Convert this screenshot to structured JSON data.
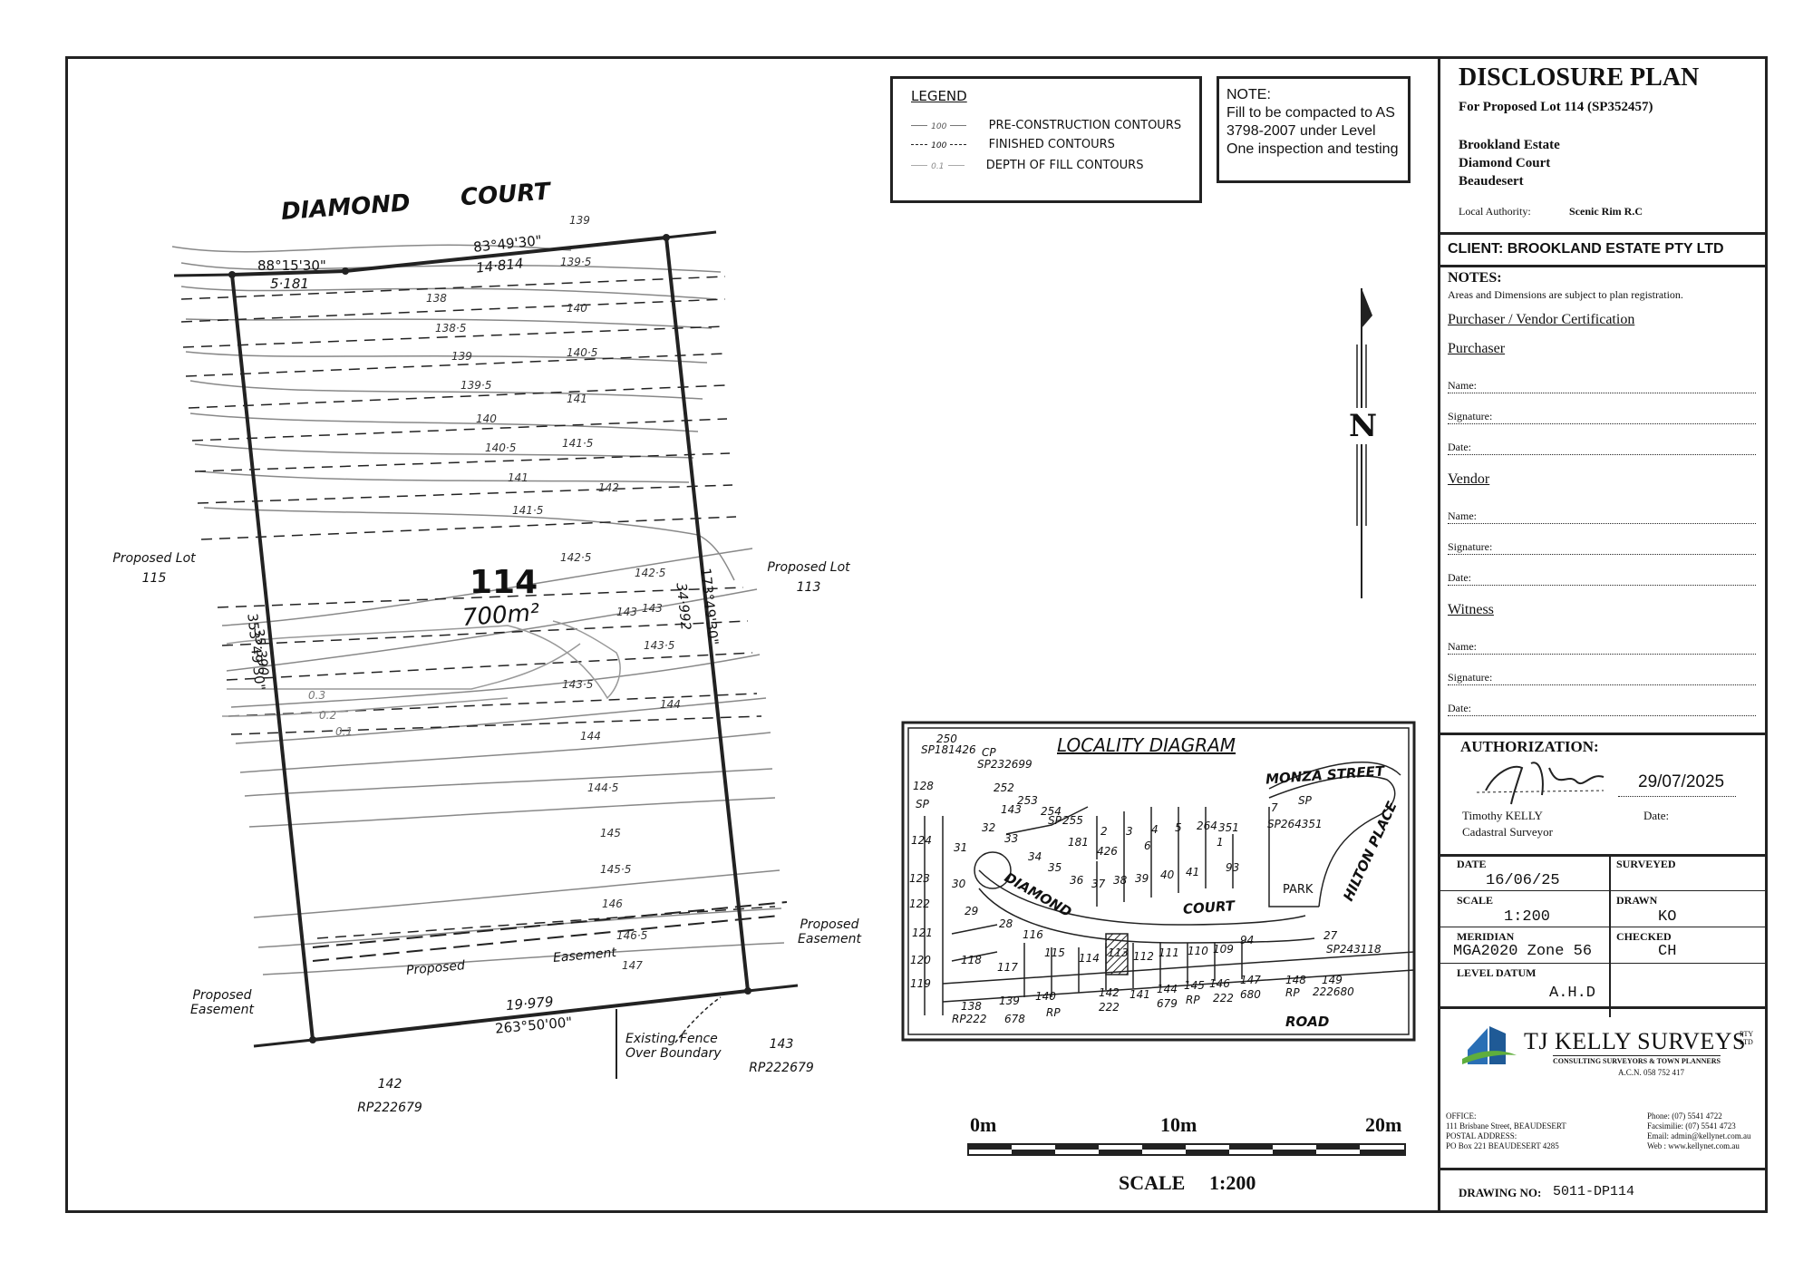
{
  "legend": {
    "title": "LEGEND",
    "items": [
      {
        "sample": "100",
        "label": "PRE-CONSTRUCTION CONTOURS"
      },
      {
        "sample": "100",
        "label": "FINISHED CONTOURS"
      },
      {
        "sample": "0.1",
        "label": "DEPTH OF FILL CONTOURS"
      }
    ]
  },
  "note": {
    "title": "NOTE:",
    "text": "Fill to be compacted to AS 3798-2007 under Level One inspection and testing"
  },
  "plan": {
    "street": [
      "DIAMOND",
      "COURT"
    ],
    "lot_number": "114",
    "lot_area": "700m²",
    "bearings": {
      "top_left_angle": "88°15'30\"",
      "top_bearing": "83°49'30\"",
      "top_left_dist": "5·181",
      "top_dist": "14·814",
      "right_bearing": "173°49'30\"",
      "right_dist": "34·992",
      "left_bearing": "353°49'30\"",
      "left_dist": "35·390",
      "bottom_dist": "19·979",
      "bottom_bearing": "263°50'00\""
    },
    "neighbours": {
      "left_lot": [
        "Proposed Lot",
        "115"
      ],
      "right_lot": [
        "Proposed Lot",
        "113"
      ],
      "bottom_left": [
        "142",
        "RP222679"
      ],
      "bottom_right": [
        "143",
        "RP222679"
      ],
      "easement_left": [
        "Proposed",
        "Easement"
      ],
      "easement_right": [
        "Proposed",
        "Easement"
      ],
      "easement_mid": [
        "Proposed",
        "Easement"
      ],
      "fence": [
        "Existing Fence",
        "Over Boundary"
      ]
    },
    "contours_pre": [
      "139",
      "139·5",
      "138",
      "140",
      "138·5",
      "140·5",
      "139",
      "141",
      "139·5",
      "141·5",
      "140",
      "142",
      "140·5",
      "142·5",
      "143",
      "143·5",
      "144",
      "144·5",
      "145",
      "145·5",
      "146",
      "146·5",
      "147"
    ],
    "contours_finished": [
      "141",
      "141·5",
      "142·5",
      "143",
      "143·5",
      "144"
    ],
    "fill_depths": [
      "0.3",
      "0.2",
      "0.1"
    ]
  },
  "north": "N",
  "locality": {
    "title": "LOCALITY DIAGRAM",
    "streets": [
      "DIAMOND",
      "COURT",
      "MONZA STREET",
      "HILTON PLACE",
      "ROAD",
      "PARK"
    ],
    "refs": [
      "250",
      "SP181426",
      "CP",
      "SP232699",
      "SP264351",
      "27",
      "SP243118",
      "149",
      "222680",
      "148",
      "RP",
      "138",
      "RP222",
      "139",
      "678",
      "140",
      "RP",
      "142",
      "222",
      "144",
      "679",
      "145",
      "RP",
      "146",
      "222",
      "147",
      "680"
    ],
    "lots": [
      "128",
      "252",
      "253",
      "254",
      "255",
      "32",
      "33",
      "31",
      "34",
      "35",
      "36",
      "37",
      "38",
      "39",
      "40",
      "41",
      "124",
      "123",
      "30",
      "122",
      "29",
      "28",
      "121",
      "120",
      "119",
      "118",
      "117",
      "116",
      "115",
      "114",
      "113",
      "112",
      "111",
      "110",
      "109",
      "94",
      "93",
      "351",
      "1",
      "2",
      "3",
      "4",
      "5",
      "264",
      "6",
      "7",
      "SP",
      "426",
      "181",
      "SP",
      "SP",
      "143",
      "141"
    ]
  },
  "scale": {
    "ticks": [
      "0m",
      "10m",
      "20m"
    ],
    "label": "SCALE",
    "ratio": "1:200"
  },
  "title_block": {
    "title": "DISCLOSURE PLAN",
    "subtitle": "For Proposed Lot 114 (SP352457)",
    "address": [
      "Brookland Estate",
      "Diamond Court",
      "Beaudesert"
    ],
    "authority_label": "Local Authority:",
    "authority": "Scenic Rim R.C",
    "client": "CLIENT: BROOKLAND ESTATE PTY LTD",
    "notes_title": "NOTES:",
    "notes_text": "Areas and Dimensions are subject to plan registration.",
    "cert_title": "Purchaser / Vendor Certification",
    "sections": [
      "Purchaser",
      "Vendor",
      "Witness"
    ],
    "fields": [
      "Name:",
      "Signature:",
      "Date:"
    ],
    "authorization": "AUTHORIZATION:",
    "surveyor_name": "Timothy KELLY",
    "surveyor_role": "Cadastral Surveyor",
    "auth_date": "29/07/2025",
    "date_label": "Date:",
    "info": {
      "date_h": "DATE",
      "date_v": "16/06/25",
      "surveyed_h": "SURVEYED",
      "surveyed_v": "",
      "scale_h": "SCALE",
      "scale_v": "1:200",
      "drawn_h": "DRAWN",
      "drawn_v": "KO",
      "meridian_h": "MERIDIAN",
      "meridian_v": "MGA2020 Zone 56",
      "checked_h": "CHECKED",
      "checked_v": "CH",
      "level_h": "LEVEL DATUM",
      "level_v": "A.H.D"
    },
    "company": "TJ KELLY SURVEYS",
    "company_suffix": "PTY LTD",
    "company_tag": "CONSULTING SURVEYORS & TOWN PLANNERS",
    "acn": "A.C.N. 058 752 417",
    "office": [
      "OFFICE:",
      "111 Brisbane Street, BEAUDESERT",
      "POSTAL ADDRESS:",
      "PO Box 221 BEAUDESERT 4285"
    ],
    "contact": [
      "Phone: (07) 5541 4722",
      "Facsimilie: (07) 5541 4723",
      "Email: admin@kellynet.com.au",
      "Web : www.kellynet.com.au"
    ],
    "drawing_no_label": "DRAWING NO:",
    "drawing_no": "5011-DP114"
  },
  "colors": {
    "ink": "#222222",
    "grey": "#8a8a8a",
    "logo_blue": "#2a6fb5",
    "logo_green": "#5fae3c"
  }
}
